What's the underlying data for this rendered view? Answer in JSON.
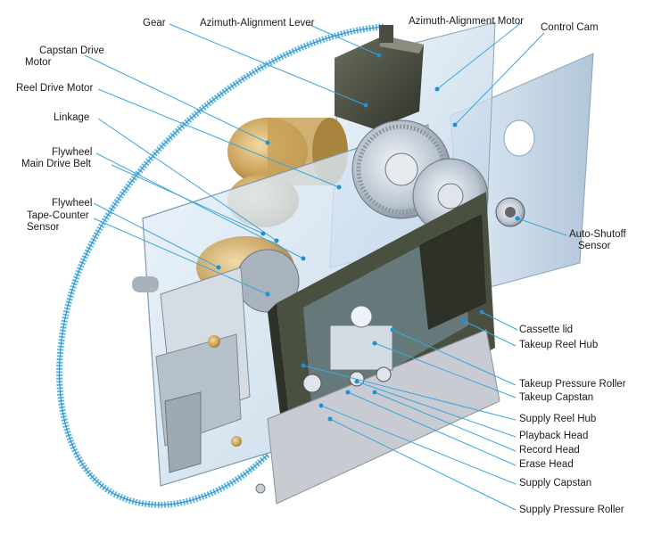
{
  "labels": {
    "gear": "Gear",
    "azimuth_lever": "Azimuth-Alignment Lever",
    "azimuth_motor": "Azimuth-Alignment Motor",
    "control_cam": "Control Cam",
    "capstan_motor_1": "Capstan Drive",
    "capstan_motor_2": "Motor",
    "reel_motor": "Reel Drive Motor",
    "linkage": "Linkage",
    "flywheel_top": "Flywheel",
    "main_drive_belt": "Main Drive Belt",
    "flywheel_bottom": "Flywheel",
    "tape_counter_1": "Tape-Counter",
    "tape_counter_2": "Sensor",
    "auto_shutoff_1": "Auto-Shutoff",
    "auto_shutoff_2": "Sensor",
    "cassette_lid": "Cassette lid",
    "takeup_reel_hub": "Takeup Reel Hub",
    "takeup_pressure_roller": "Takeup Pressure Roller",
    "takeup_capstan": "Takeup Capstan",
    "supply_reel_hub": "Supply Reel Hub",
    "playback_head": "Playback Head",
    "record_head": "Record Head",
    "erase_head": "Erase Head",
    "supply_capstan": "Supply Capstan",
    "supply_pressure_roller": "Supply Pressure Roller"
  },
  "colors": {
    "leader": "#3aa6dc",
    "dot": "#1e90d6",
    "belt": "#5cb8e8",
    "brass": "#c9a25a",
    "dark_panel": "#3f4637"
  }
}
